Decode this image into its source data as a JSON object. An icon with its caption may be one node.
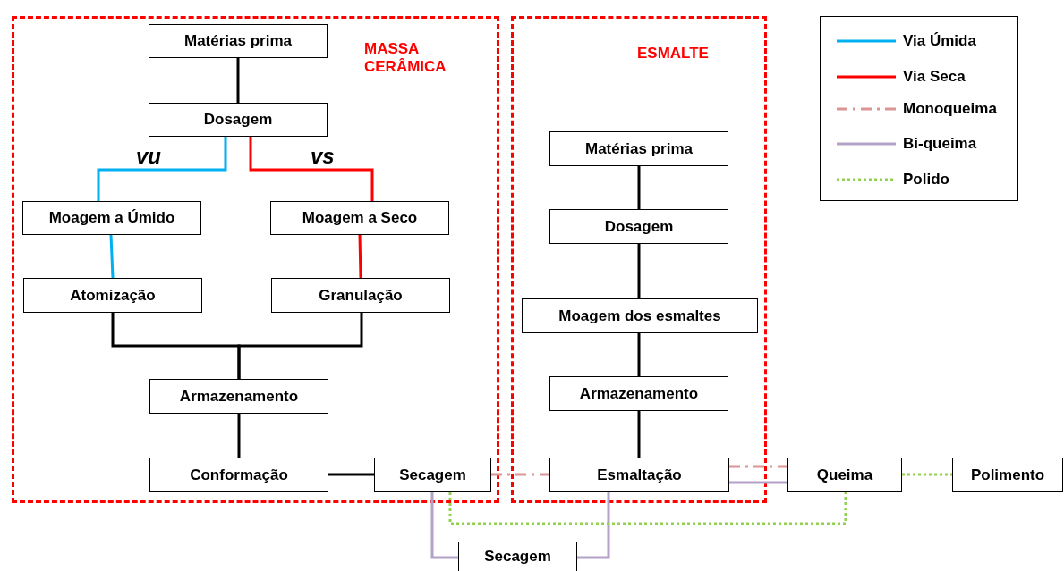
{
  "diagram": {
    "nodes": [
      {
        "text": [
          "MASSA CERÂMICA"
        ]
      },
      {
        "text": [
          "ESMALTE"
        ]
      },
      {
        "text": [
          "Matérias prima"
        ],
        "in": 0
      },
      {
        "text": [
          "Dosagem"
        ],
        "in": 0
      },
      {
        "text": [
          "Moagem a Úmido"
        ],
        "in": 0
      },
      {
        "text": [
          "Moagem a Seco"
        ],
        "in": 0
      },
      {
        "text": [
          "Atomização"
        ],
        "in": 0
      },
      {
        "text": [
          "Granulação"
        ],
        "in": 0
      },
      {
        "text": [
          "Armazenamento"
        ],
        "in": 0
      },
      {
        "text": [
          "Conformação"
        ],
        "in": 0
      },
      {
        "text": [
          "Matérias prima"
        ],
        "in": 1
      },
      {
        "text": [
          "Dosagem"
        ],
        "in": 1
      },
      {
        "text": [
          "Moagem dos esmaltes"
        ],
        "in": 1
      },
      {
        "text": [
          "Armazenamento"
        ],
        "in": 1
      },
      {
        "text": [
          "Secagem"
        ],
        "in": 0
      },
      {
        "text": [
          "Esmaltação"
        ],
        "in": 1
      },
      {
        "text": [
          "Queima"
        ]
      },
      {
        "text": [
          "Polimento"
        ]
      },
      {
        "text": [
          "Secagem"
        ]
      }
    ],
    "edges": [
      {
        "from": 2,
        "to": 3,
        "arrow": "none"
      },
      {
        "from": 3,
        "to": 4,
        "arrow": "none",
        "label": "vu",
        "color": "#00b0f0"
      },
      {
        "from": 3,
        "to": 5,
        "arrow": "none",
        "label": "vs",
        "color": "#ff0000"
      },
      {
        "from": 4,
        "to": 6,
        "arrow": "none",
        "color": "#00b0f0"
      },
      {
        "from": 5,
        "to": 7,
        "arrow": "none",
        "color": "#ff0000"
      },
      {
        "from": 6,
        "to": 8,
        "arrow": "none"
      },
      {
        "from": 7,
        "to": 8,
        "arrow": "none"
      },
      {
        "from": 8,
        "to": 9,
        "arrow": "none"
      },
      {
        "from": 9,
        "to": 14,
        "arrow": "none"
      },
      {
        "from": 10,
        "to": 11,
        "arrow": "none"
      },
      {
        "from": 11,
        "to": 12,
        "arrow": "none"
      },
      {
        "from": 12,
        "to": 13,
        "arrow": "none"
      },
      {
        "from": 13,
        "to": 15,
        "arrow": "none"
      },
      {
        "from": 14,
        "to": 15,
        "arrow": "none",
        "style": "dashed",
        "color": "#d99694"
      },
      {
        "from": 15,
        "to": 16,
        "arrow": "none",
        "style": "dashed",
        "color": "#d99694"
      },
      {
        "from": 15,
        "to": 16,
        "arrow": "none",
        "color": "#b3a2c7"
      },
      {
        "from": 14,
        "to": 18,
        "arrow": "none",
        "color": "#b3a2c7"
      },
      {
        "from": 18,
        "to": 15,
        "arrow": "none",
        "color": "#b3a2c7"
      },
      {
        "from": 14,
        "to": 16,
        "arrow": "none",
        "style": "dashed",
        "color": "#92d050"
      },
      {
        "from": 16,
        "to": 17,
        "arrow": "none",
        "style": "dashed",
        "color": "#92d050"
      }
    ],
    "legend": [
      {
        "text": "Via Úmida",
        "color": "#00b0f0"
      },
      {
        "text": "Via Seca",
        "color": "#ff0000"
      },
      {
        "text": "Monoqueima"
      },
      {
        "text": "Bi-queima",
        "color": "#b3a2c7"
      },
      {
        "text": "Polido"
      }
    ]
  }
}
